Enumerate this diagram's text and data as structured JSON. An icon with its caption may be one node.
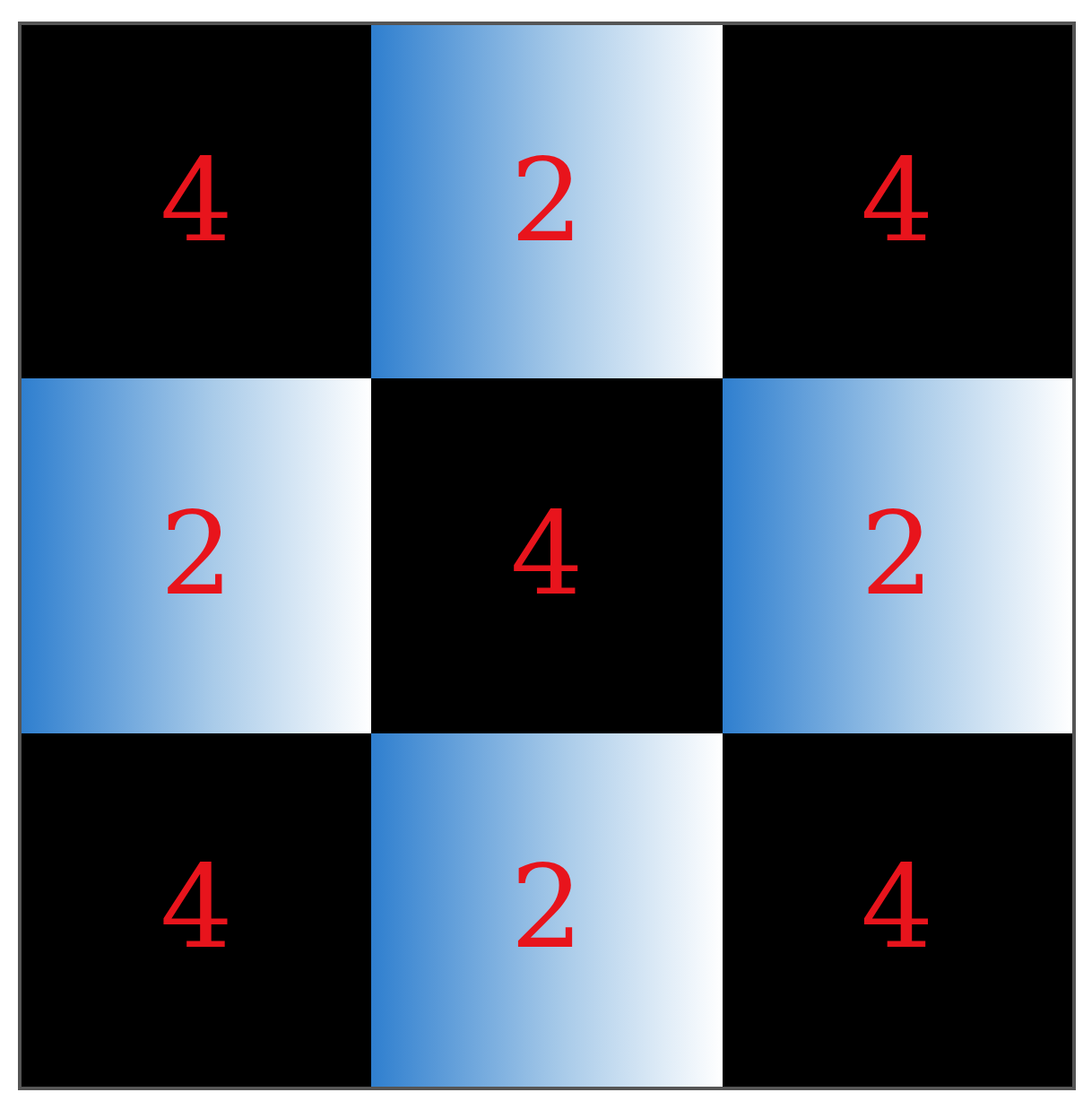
{
  "diagram": {
    "nodes": [
      {
        "text": [
          "4"
        ]
      },
      {
        "text": [
          "2"
        ]
      },
      {
        "text": [
          "4"
        ]
      },
      {
        "text": [
          "2"
        ]
      },
      {
        "text": [
          "4"
        ]
      },
      {
        "text": [
          "2"
        ]
      },
      {
        "text": [
          "4"
        ]
      },
      {
        "text": [
          "2"
        ]
      },
      {
        "text": [
          "4"
        ]
      }
    ]
  }
}
